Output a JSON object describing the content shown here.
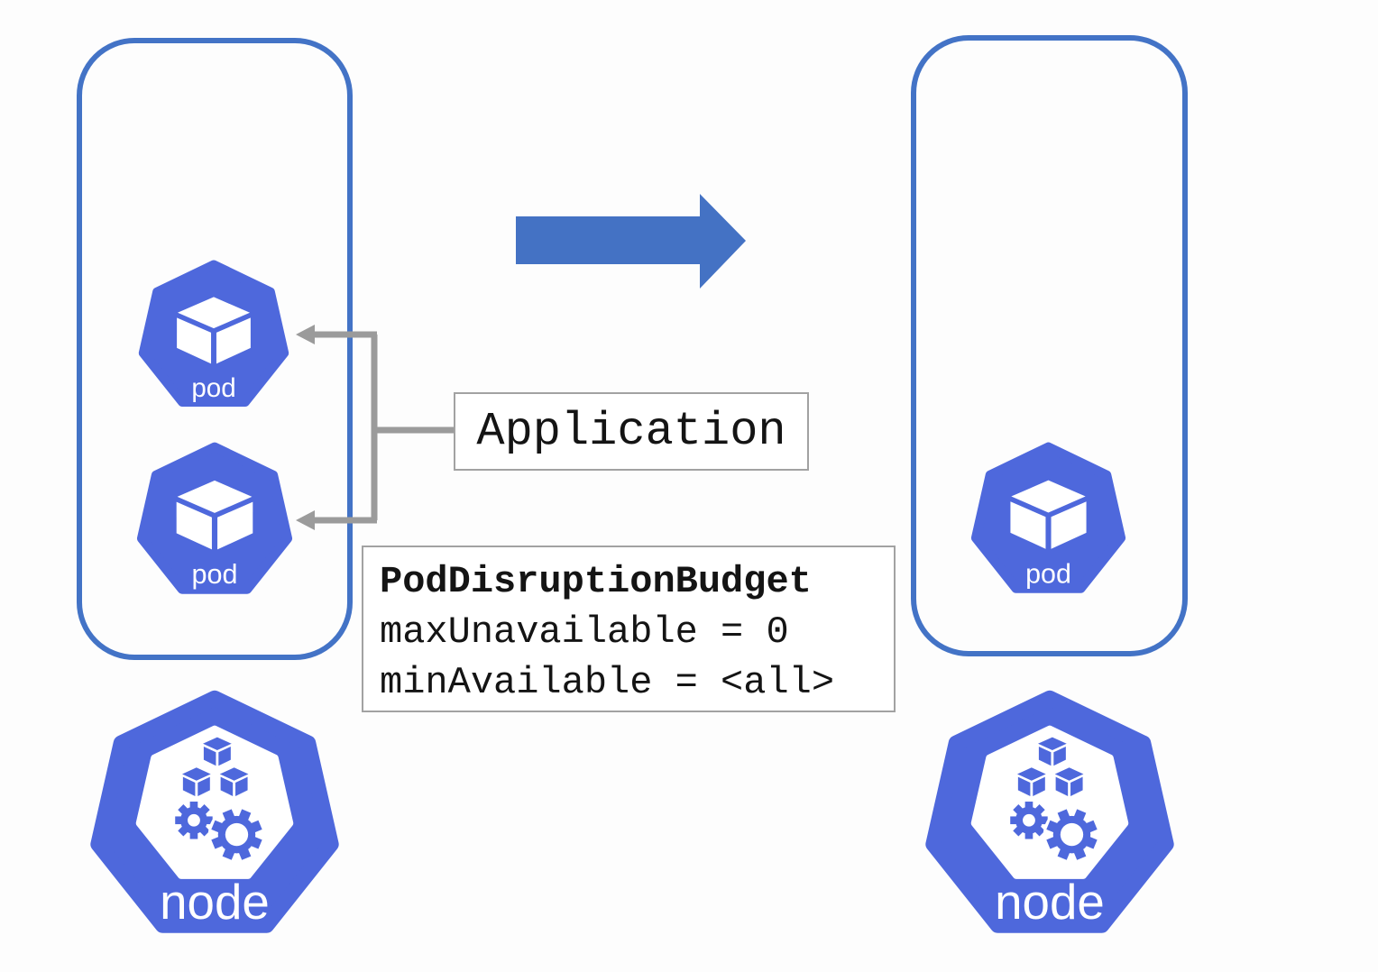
{
  "colors": {
    "kubernetes_blue": "#4e68dc",
    "boundary_outline_blue": "#4373c6",
    "arrow_blue": "#4472c4",
    "connector_gray": "#9b9b9b",
    "box_border_gray": "#a2a2a2",
    "text_black": "#141414",
    "icon_label_white": "#ffffff"
  },
  "left_node_group": {
    "pod_top_label": "pod",
    "pod_bottom_label": "pod",
    "node_label": "node"
  },
  "right_node_group": {
    "pod_label": "pod",
    "node_label": "node"
  },
  "application_box": {
    "label": "Application"
  },
  "pdb_box": {
    "title": "PodDisruptionBudget",
    "rule1": "maxUnavailable = 0",
    "rule2": "minAvailable = <all>"
  }
}
